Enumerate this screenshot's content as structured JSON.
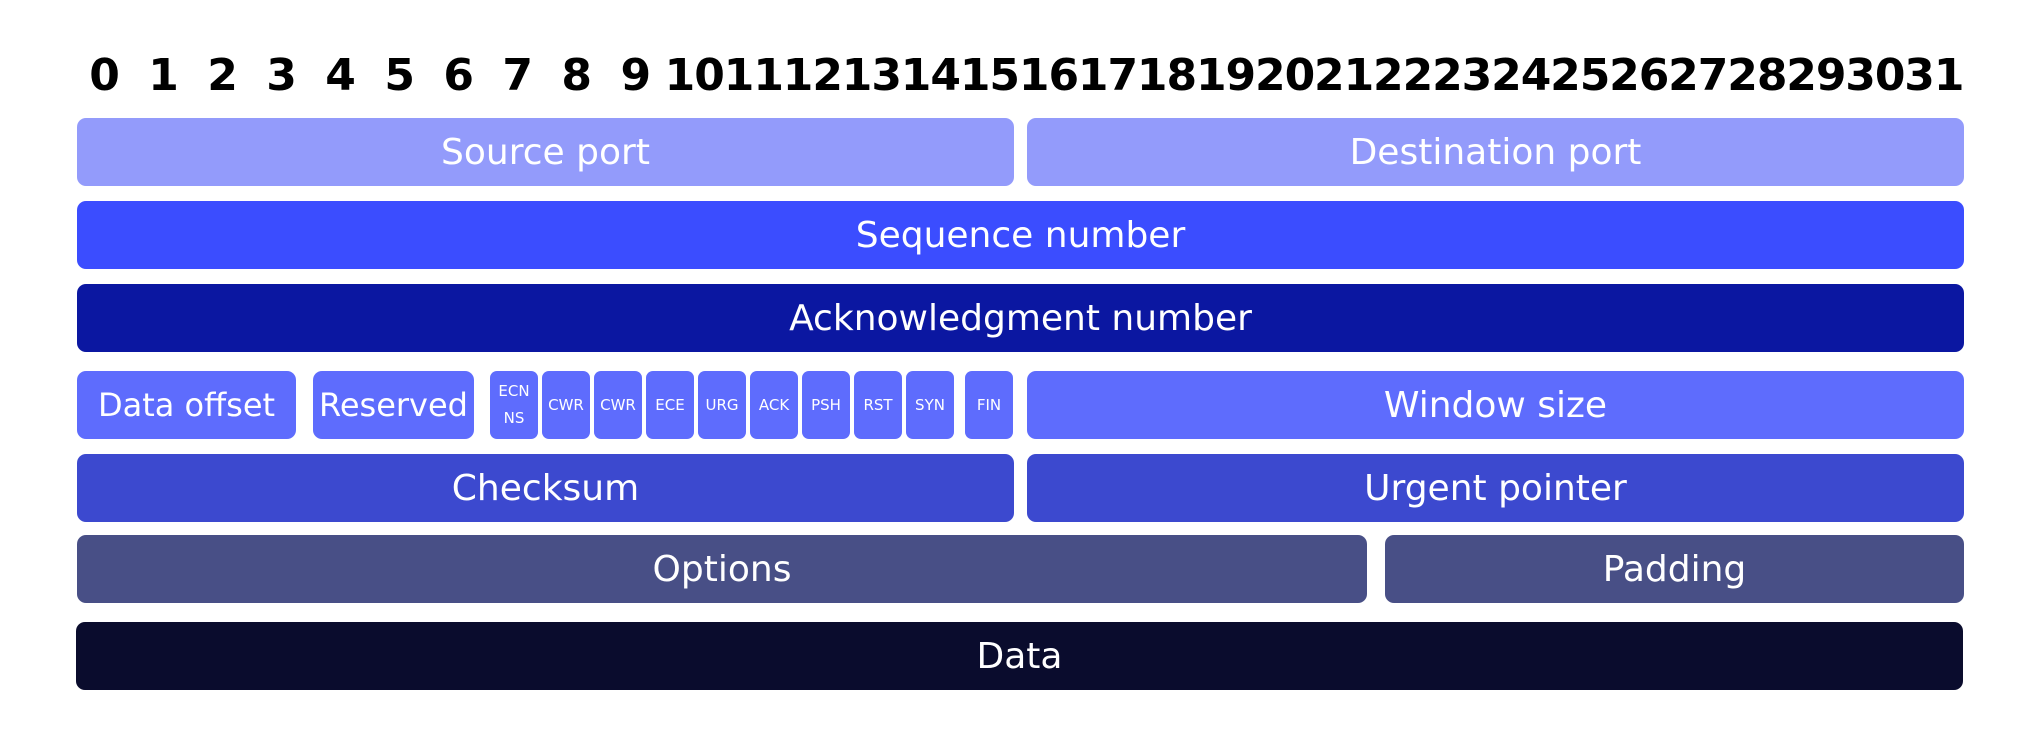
{
  "bits": [
    "0",
    "1",
    "2",
    "3",
    "4",
    "5",
    "6",
    "7",
    "8",
    "9",
    "10",
    "11",
    "12",
    "13",
    "14",
    "15",
    "16",
    "17",
    "18",
    "19",
    "20",
    "21",
    "22",
    "23",
    "24",
    "25",
    "26",
    "27",
    "28",
    "29",
    "30",
    "31"
  ],
  "colors": {
    "light": "#939bfb",
    "bright": "#3b4dff",
    "navy": "#0b17a1",
    "medium": "#5e6cfd",
    "deep": "#3c49cf",
    "slate": "#484f86",
    "dark": "#0a0c2d",
    "text": "#ffffff"
  },
  "fields": {
    "source_port": "Source port",
    "destination_port": "Destination port",
    "sequence_number": "Sequence number",
    "acknowledgment_number": "Acknowledgment number",
    "data_offset": "Data offset",
    "reserved": "Reserved",
    "window_size": "Window size",
    "checksum": "Checksum",
    "urgent_pointer": "Urgent pointer",
    "options": "Options",
    "padding": "Padding",
    "data": "Data"
  },
  "flags": {
    "ecn_line1": "ECN",
    "ecn_line2": "NS",
    "cwr_1": "CWR",
    "cwr_2": "CWR",
    "ece": "ECE",
    "urg": "URG",
    "ack": "ACK",
    "psh": "PSH",
    "rst": "RST",
    "syn": "SYN",
    "fin": "FIN"
  }
}
